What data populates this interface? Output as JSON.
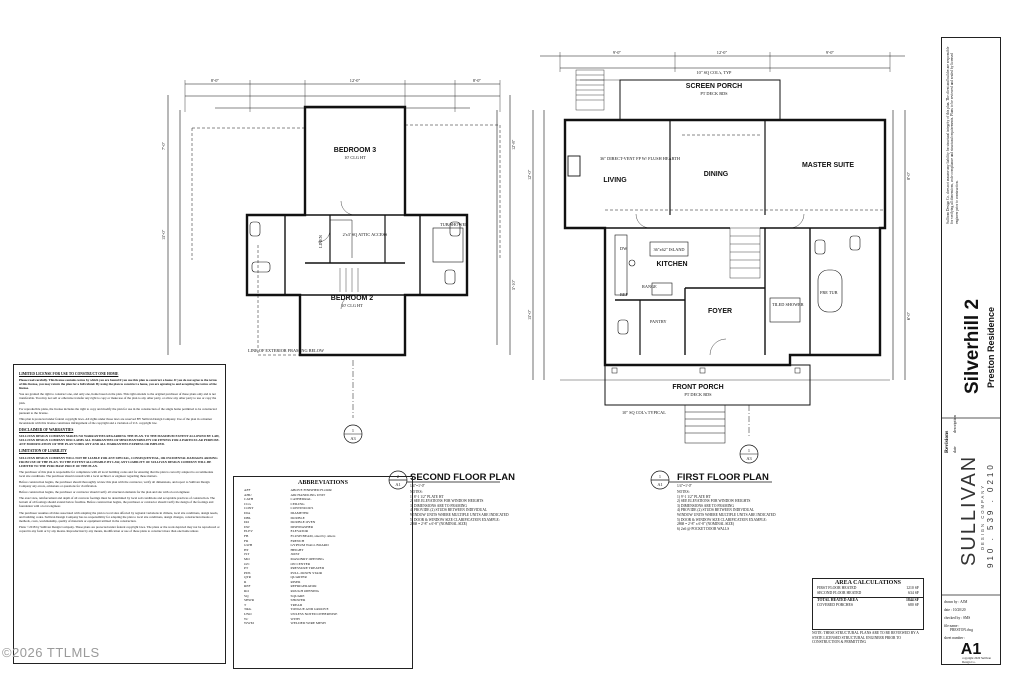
{
  "watermark": "©2026 TTLMLS",
  "second_floor": {
    "title": "SECOND FLOOR PLAN",
    "scale": "1/4\"=1'-0\"",
    "marker": {
      "num": "2",
      "sheet": "A1"
    },
    "notes": [
      "NOTES:",
      "1) 8'-1 1/2\" PLATE HT",
      "2) SEE ELEVATIONS FOR WINDOW HEIGHTS",
      "3) DIMENSIONS ARE TO FRAMING",
      "4) PROVIDE (2) STUDS BETWEEN INDIVIDUAL",
      "WINDOW UNITS WHERE MULTIPLE UNITS ARE INDICATED",
      "5) DOOR & WINDOW SIZE CLARIFICATION EXAMPLE:",
      "2868 = 2'-8\" x 6'-8\" (NOMINAL SIZE)"
    ],
    "rooms": {
      "bedroom3": "BEDROOM 3",
      "bedroom2": "BEDROOM 2",
      "clg3": "10' CLG HT",
      "clg2": "10' CLG HT",
      "attic": "2'x3' SQ ATTIC ACCESS",
      "linen": "LINEN",
      "tub": "TUB/SHOWER",
      "line_ext": "LINE OF EXTERIOR FRAMING BELOW"
    },
    "dims_top": [
      "8'-0\"",
      "12'-0\"",
      "8'-0\""
    ],
    "dims_side": [
      "7'-0\"",
      "15'-0\"",
      "12'-8\"",
      "5'-10\""
    ],
    "section_marker": {
      "num": "1",
      "sheet": "A3"
    }
  },
  "first_floor": {
    "title": "FIRST FLOOR PLAN",
    "scale": "1/4\"=1'-0\"",
    "marker": {
      "num": "1",
      "sheet": "A1"
    },
    "notes": [
      "NOTES:",
      "1) 9'-1 1/2\" PLATE HT",
      "2) SEE ELEVATIONS FOR WINDOW HEIGHTS",
      "3) DIMENSIONS ARE TO FRAMING",
      "4) PROVIDE (2) STUDS BETWEEN INDIVIDUAL",
      "WINDOW UNITS WHERE MULTIPLE UNITS ARE INDICATED",
      "5) DOOR & WINDOW SIZE CLARIFICATION EXAMPLE:",
      "2868 = 2'-8\" x 6'-8\" (NOMINAL SIZE)",
      "6) 2x6 @ POCKET DOOR WALLS"
    ],
    "rooms": {
      "screen_porch": "SCREEN PORCH",
      "screen_deck": "PT DECK BDS",
      "living": "LIVING",
      "dining": "DINING",
      "master": "MASTER SUITE",
      "kitchen": "KITCHEN",
      "foyer": "FOYER",
      "front_porch": "FRONT PORCH",
      "front_deck": "PT DECK BDS",
      "island": "36\"x62\" ISLAND",
      "range": "RANGE",
      "fridge": "REF",
      "dw": "DW",
      "pantry": "PANTRY",
      "tub": "FRE TUB",
      "tiled": "TILED SHOWER",
      "hearth": "36\" DIRECT-VENT FP W/ FLUSH HEARTH",
      "posts": "10\" SQ COL's TYPICAL",
      "cols": "10\" SQ COL's, TYP"
    },
    "dims_top": [
      "9'-0\"",
      "12'-0\"",
      "9'-0\""
    ],
    "dims_side": [
      "12'-0\"",
      "15'-0\"",
      "8'-0\"",
      "6'-0\""
    ],
    "section_marker": {
      "num": "1",
      "sheet": "A3"
    }
  },
  "legal": {
    "heading1": "LIMITED LICENSE FOR USE TO CONSTRUCT ONE HOME",
    "p1": "Please read carefully. This license contains terms by which you are bound if you use this plan to construct a home. If you do not agree to the terms of this license, you may return the plan for a full refund. By using the plan to construct a home, you are agreeing to and accepting the terms of the license.",
    "p2": "You are granted the right to construct one, and only one, home based on the plan. This right extends to the original purchaser of these plans only and is not transferable. You may not sell or otherwise transfer any right to copy or make use of the plan to any other party, or allow any other party to use or copy the plan.",
    "p3": "For reproducible plans, the license includes the right to copy and modify the plan for use in the construction of the single home permitted to be constructed pursuant to the license.",
    "p4": "This plan is protected under federal copyright laws. All rights under those laws are reserved BY Sullivan Design Company. Use of the plan in a manner inconsistent with this license constitutes infringement of the copyright and a violation of U.S. copyright law.",
    "heading2": "DISCLAIMER OF WARRANTIES",
    "p5": "SULLIVAN DESIGN COMPANY MAKES NO WARRANTIES REGARDING THE PLAN. TO THE MAXIMUM EXTENT ALLOWED BY LAW, SULLIVAN DESIGN COMPANY DISCLAIMS ALL WARRANTIES OF MERCHANTABILITY OR FITNESS FOR A PARTICULAR PURPOSE. ANY MODIFICATION OF THE PLAN VOIDS ANY AND ALL WARRANTIES EXPRESS OR IMPLIED.",
    "heading3": "LIMITATION OF LIABILITY",
    "p6": "SULLIVAN DESIGN COMPANY WILL NOT BE LIABLE FOR ANY SPECIAL, CONSEQUENTIAL, OR INCIDENTAL DAMAGES ARISING FROM USE OF THE PLAN. TO THE EXTENT ALLOWABLE BY LAW, ANY LIABILITY OF SULLIVAN DESIGN COMPANY WILL BE LIMITED TO THE PURCHASE PRICE OF THE PLAN.",
    "p7": "The purchaser of this plan is responsible for compliance with all local building codes and for ensuring that the plan is correctly adapted to accommodate local site conditions. The purchaser should consult with a local architect or engineer regarding these matters.",
    "p8": "Before construction begins, the purchaser should thoroughly review this plan with the contractor, verify all dimensions, and report to Sullivan Design Company any errors, omissions or questions for clarification.",
    "p9": "Before construction begins, the purchaser or contractor should verify all structural elements for the plan and site with a local engineer.",
    "p10": "The exact size, reinforcement and depth of all concrete footings must be determined by local soil conditions and acceptable practices of construction. The bottom of all footings should extend below frostline. Before construction begins, the purchaser or contractor should verify the design of the footings and foundation with a local engineer.",
    "p11": "The purchaser assumes all risks associated with adapting the plan to local sites affected by regional variations in climate, local site conditions, design needs, and building codes. Sullivan Design Company has no responsibility for adapting the plan to local site conditions, design changes, construction means or methods, costs, workmanship, quality of materials or equipment utilized in the construction.",
    "p12": "Plans ©2018 by Sullivan Design Company. These plans are protected under federal copyright laws. The plans or the work depicted may not be reproduced or copied in any form or by any means. Reproduction by any means, modification or use of these plans to construct more than one home unless"
  },
  "abbreviations": {
    "title": "ABBREVIATIONS",
    "items": [
      [
        "AFF",
        "ABOVE FINISHED FLOOR"
      ],
      [
        "AHU",
        "AIR HANDLING UNIT"
      ],
      [
        "CATH",
        "CATHEDRAL"
      ],
      [
        "CLG",
        "CEILING"
      ],
      [
        "CONT",
        "CONTINUOUS"
      ],
      [
        "DIA",
        "DIAMETER"
      ],
      [
        "DBL",
        "DOUBLE"
      ],
      [
        "DO",
        "DOUBLE OVEN"
      ],
      [
        "DW",
        "DISHWASHER"
      ],
      [
        "ELEV",
        "ELEVATOR"
      ],
      [
        "FB",
        "FLUSH BEAM, sized by others"
      ],
      [
        "FR",
        "FRENCH"
      ],
      [
        "GWB",
        "GYPSUM WALL BOARD"
      ],
      [
        "HT",
        "HEIGHT"
      ],
      [
        "JST",
        "JOIST"
      ],
      [
        "MO",
        "MASONRY OPENING"
      ],
      [
        "O/C",
        "ON CENTER"
      ],
      [
        "PT",
        "PRESSURE TREATED"
      ],
      [
        "PDS",
        "PULL-DOWN STAIR"
      ],
      [
        "QTR",
        "QUARTER"
      ],
      [
        "R",
        "RISER"
      ],
      [
        "REF",
        "REFRIGERATOR"
      ],
      [
        "RO",
        "ROUGH OPENING"
      ],
      [
        "SQ",
        "SQUARE"
      ],
      [
        "SHWR",
        "SHOWER"
      ],
      [
        "T",
        "TREAD"
      ],
      [
        "T&G",
        "TONGUE AND GROOVE"
      ],
      [
        "UNO",
        "UNLESS NOTED OTHERWISE"
      ],
      [
        "W/",
        "WITH"
      ],
      [
        "WWM",
        "WELDED WIRE MESH"
      ]
    ]
  },
  "area": {
    "title": "AREA CALCULATIONS",
    "rows": [
      [
        "FIRST FLOOR HEATED",
        "1210 SF"
      ],
      [
        "SECOND FLOOR HEATED",
        "634 SF"
      ],
      [
        "TOTAL HEATED AREA",
        "1844 SF"
      ],
      [
        "COVERED PORCHES",
        "680 SF"
      ]
    ],
    "note": "NOTE: THESE STRUCTURAL PLANS ARE TO BE REVIEWED BY A STATE LICENSED STRUCTURAL ENGINEER PRIOR TO CONSTRUCTION & PERMITTING"
  },
  "title_block": {
    "disclaimer": "Sullivan Design Co. does not assume any liability for structural integrity of this plan. The client and builder are responsible for verifying all dimensions, code compliance and structural requirements. Plans to be reviewed and sealed by licensed engineer prior to construction.",
    "project": "Silverhill 2",
    "client": "Preston Residence",
    "revisions": "Revisions",
    "rev_cols": [
      "date",
      "description"
    ],
    "company": "SULLIVAN",
    "company_sub": "DESIGN COMPANY",
    "phone": "910 . 539 . 0210",
    "drawn_by": "drawn by : AJM",
    "date": "date : 10/20/20",
    "checked_by": "checked by : SMS",
    "file_name": "file name :",
    "file_value": "PRESTON.dwg",
    "sheet_label": "sheet number :",
    "sheet": "A1",
    "copyright": "copyright 2020 Sullivan Design Co."
  }
}
